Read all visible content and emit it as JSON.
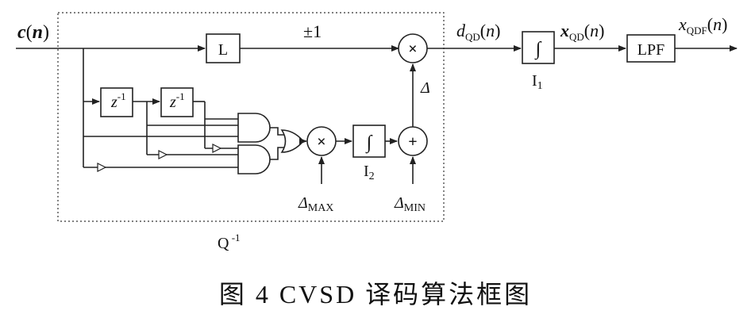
{
  "diagram": {
    "input_signal": "c(n)",
    "limiter_block": "L",
    "polarity_label": "±1",
    "multiply_symbol": "×",
    "add_symbol": "+",
    "delay_blocks": [
      "z-1",
      "z-1"
    ],
    "integrator_symbol": "∫",
    "integrator2_label": "I2",
    "integrator1_label": "I1",
    "delta_label": "Δ",
    "delta_max_label": "ΔMAX",
    "delta_min_label": "ΔMIN",
    "dqd_label": "dQD(n)",
    "xqd_label": "xQD(n)",
    "lpf_block": "LPF",
    "xqdf_label": "xQDF(n)",
    "decoder_label": "Q-1"
  },
  "caption": "图 4   CVSD 译码算法框图"
}
